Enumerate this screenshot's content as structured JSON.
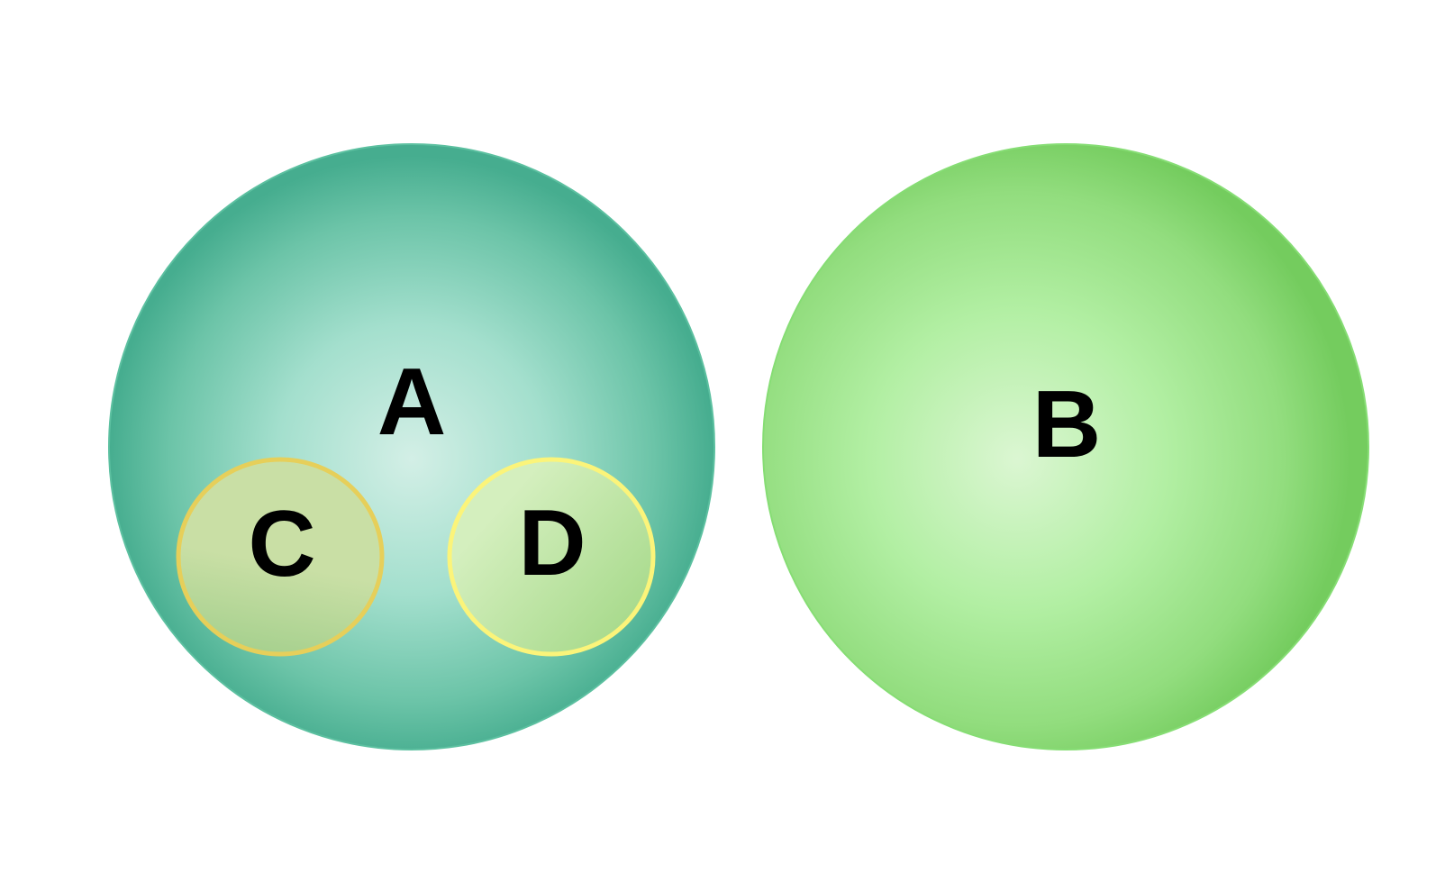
{
  "sets": {
    "a": {
      "label": "A",
      "color": "#4caf8f"
    },
    "b": {
      "label": "B",
      "color": "#77cc5f"
    },
    "c": {
      "label": "C",
      "color": "#e6cf5a"
    },
    "d": {
      "label": "D",
      "color": "#fbf47a"
    }
  },
  "relations": {
    "c_subset_of": "A",
    "d_subset_of": "A",
    "a_disjoint_with": "B"
  }
}
